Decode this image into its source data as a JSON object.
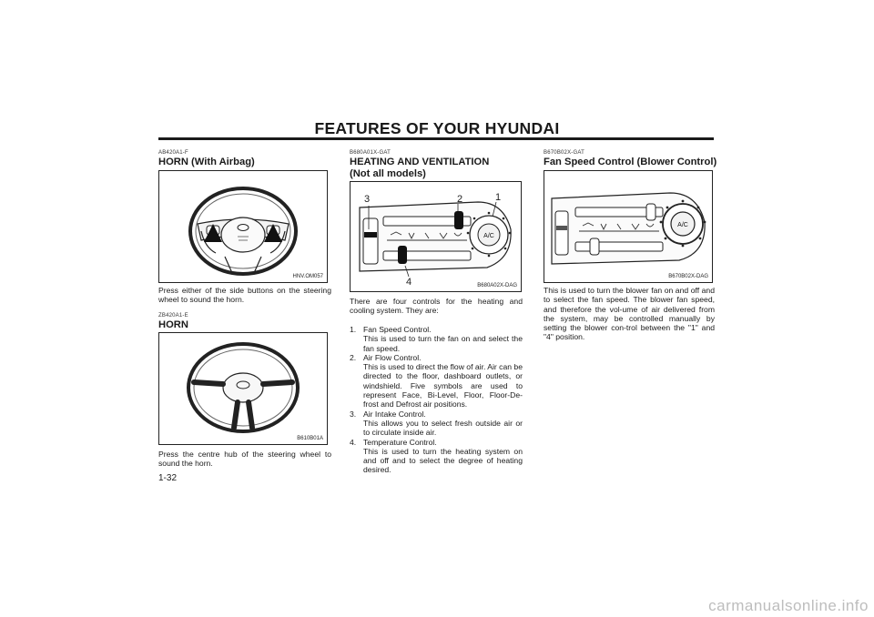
{
  "header": {
    "title": "FEATURES OF YOUR HYUNDAI"
  },
  "left": {
    "airbag_horn": {
      "code": "AB420A1-F",
      "heading": "HORN (With Airbag)",
      "figure_code": "HNV.OM057",
      "text": "Press either of the side buttons on the steering wheel to sound the horn."
    },
    "horn": {
      "code": "ZB420A1-E",
      "heading": "HORN",
      "figure_code": "B610B01A",
      "text": "Press the centre hub of the steering wheel to sound the horn."
    }
  },
  "middle": {
    "code": "B680A01X-GAT",
    "heading_line1": "HEATING AND VENTILATION",
    "heading_line2": "(Not all models)",
    "figure_code": "B680A02X-DAG",
    "callouts": [
      "3",
      "2",
      "1",
      "4"
    ],
    "ac_label": "A/C",
    "intro": "There are four controls for the heating and cooling system. They are:",
    "items": [
      {
        "num": "1.",
        "title": "Fan Speed Control.",
        "desc": "This is used to turn the fan on and select the fan speed."
      },
      {
        "num": "2.",
        "title": "Air Flow Control.",
        "desc": "This is used to direct the flow of air. Air can be directed to the floor, dashboard outlets, or windshield. Five symbols are used to represent Face, Bi-Level, Floor, Floor-De-frost and Defrost air positions."
      },
      {
        "num": "3.",
        "title": "Air Intake Control.",
        "desc": "This allows you to select fresh outside air or to circulate inside air."
      },
      {
        "num": "4.",
        "title": "Temperature Control.",
        "desc": "This is used to turn the heating system on and off and to select the degree of heating desired."
      }
    ]
  },
  "right": {
    "code": "B670B02X-GAT",
    "heading": "Fan Speed Control (Blower Control)",
    "figure_code": "B670B02X-DAG",
    "ac_label": "A/C",
    "text": "This is used to turn the blower fan on and off and  to select the fan speed. The blower fan speed, and therefore the vol-ume of air delivered from the system, may be controlled manually by setting the blower con-trol between the \"1\" and \"4\" position."
  },
  "footer": {
    "page_number": "1-32",
    "watermark": "carmanualsonline.info"
  }
}
